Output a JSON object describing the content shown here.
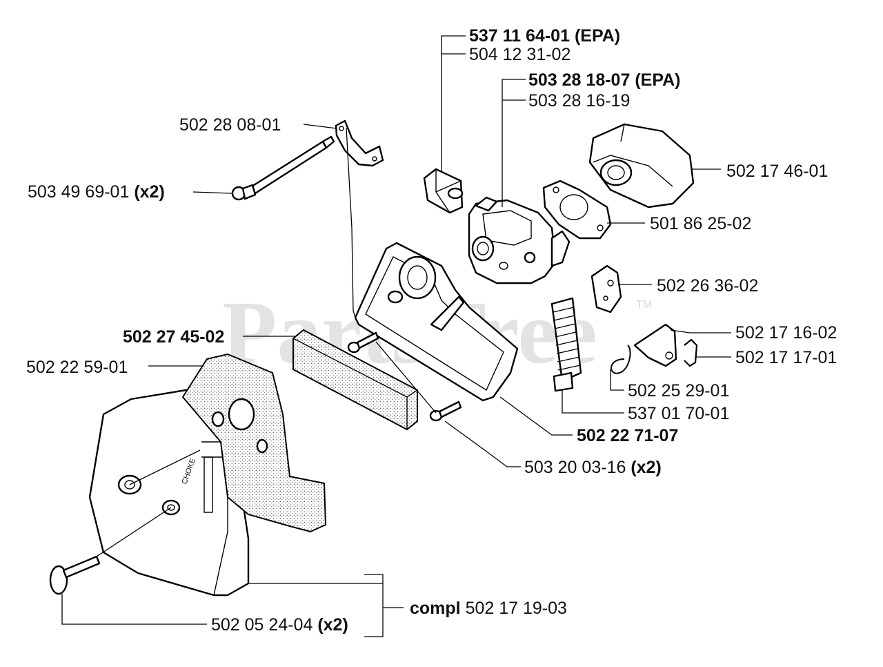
{
  "watermark": {
    "text": "PartsTree",
    "tm": "TM"
  },
  "labels": {
    "p1": "537 11 64-01",
    "p1_suffix": "(EPA)",
    "p2": "504 12 31-02",
    "p3": "503 28 18-07",
    "p3_suffix": "(EPA)",
    "p4": "503 28 16-19",
    "p5": "502 28 08-01",
    "p6": "502 17 46-01",
    "p7": "503 49 69-01",
    "p7_qty": "(x2)",
    "p8": "501 86 25-02",
    "p9": "502 26 36-02",
    "p10": "502 17 16-02",
    "p11": "502 27 45-02",
    "p12": "502 17 17-01",
    "p13": "502 22 59-01",
    "p14": "502 25 29-01",
    "p15": "537 01 70-01",
    "p16": "502 22 71-07",
    "p17": "503 20 03-16",
    "p17_qty": "(x2)",
    "p18_prefix": "compl",
    "p18": "502 17 19-03",
    "p19": "502 05 24-04",
    "p19_qty": "(x2)"
  },
  "cover_text": "CHOKE"
}
